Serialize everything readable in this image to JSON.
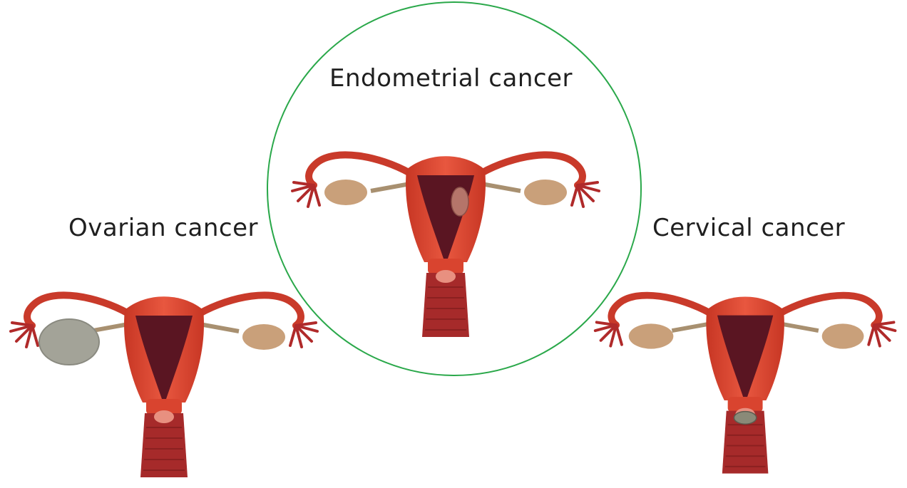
{
  "labels": {
    "endometrial": "Endometrial cancer",
    "ovarian": "Ovarian cancer",
    "cervical": "Cervical cancer"
  },
  "colors": {
    "highlight_circle": "#2aa84a",
    "uterus_muscle": "#d9442f",
    "uterus_cavity": "#5a1522",
    "ovary": "#c9a07a",
    "tumor": "#a3a398",
    "text": "#1f1f1f"
  },
  "highlighted": "Endometrial cancer"
}
